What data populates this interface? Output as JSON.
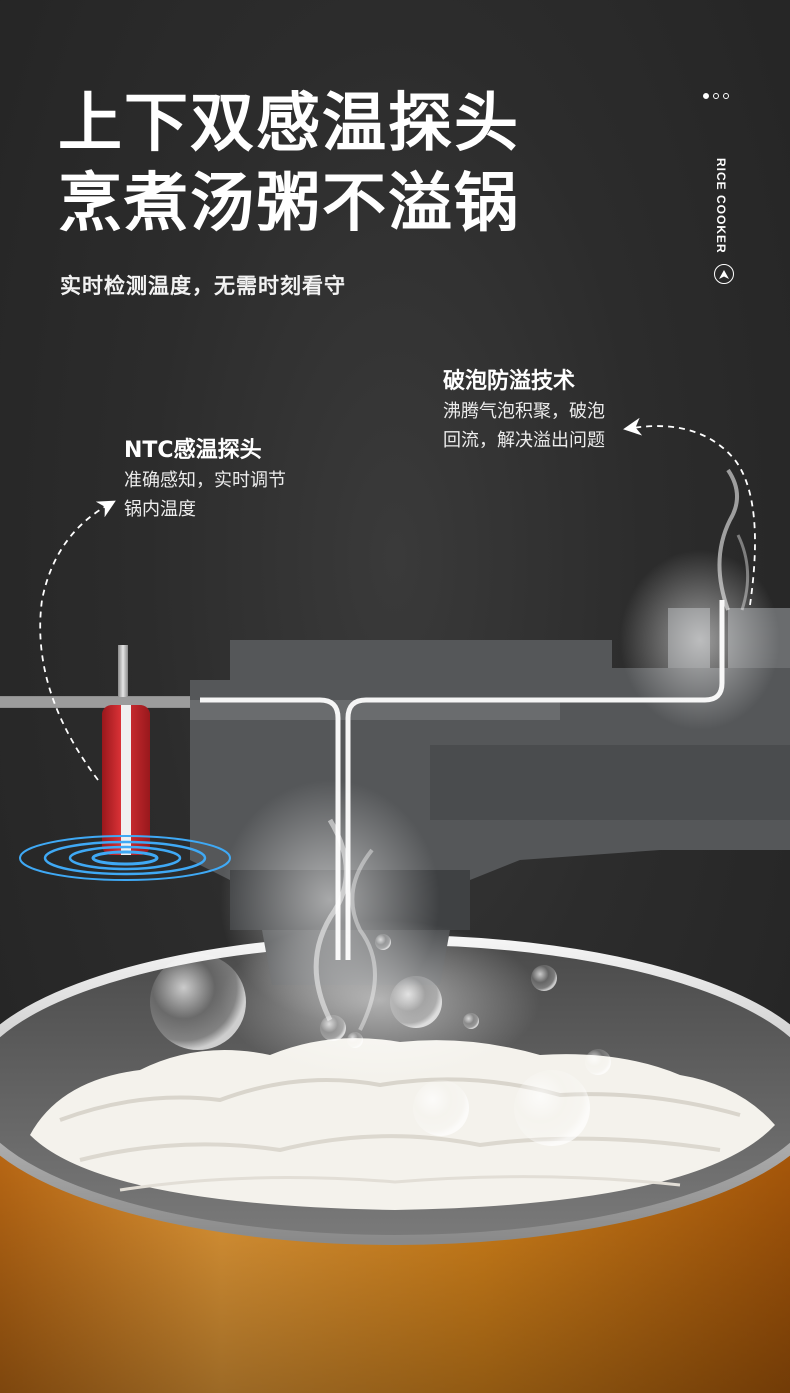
{
  "headline": {
    "line1": "上下双感温探头",
    "line2": "烹煮汤粥不溢锅"
  },
  "subtitle": "实时检测温度，无需时刻看守",
  "side_label": "RICE COOKER",
  "icons": {
    "dots": "three-dots-icon",
    "up": "up-arrow-circle-icon",
    "arrow": "curved-arrow-icon"
  },
  "callouts": {
    "ntc": {
      "title": "NTC感温探头",
      "line1": "准确感知，实时调节",
      "line2": "锅内温度"
    },
    "anti_overflow": {
      "title": "破泡防溢技术",
      "line1": "沸腾气泡积聚，破泡",
      "line2": "回流，解决溢出问题"
    }
  },
  "colors": {
    "background": "#2b2b2b",
    "probe_red": "#c8262a",
    "pot_orange": "#e08a1c",
    "ring_blue": "#3fa9f5",
    "text": "#ffffff"
  }
}
